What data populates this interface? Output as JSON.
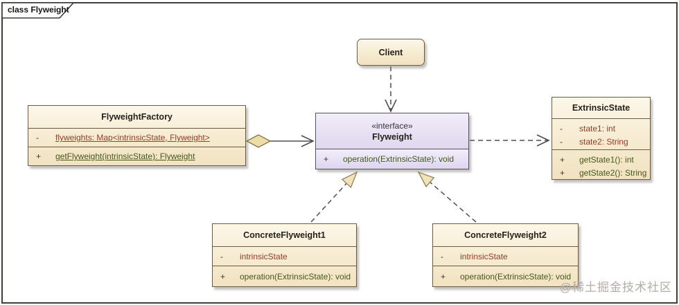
{
  "frame": {
    "tab_label": "class Flyweight"
  },
  "classes": {
    "client": {
      "title": "Client"
    },
    "flyweight_factory": {
      "title": "FlyweightFactory",
      "attributes": [
        {
          "visibility": "-",
          "text": "flyweights: Map<intrinsicState, Flyweight>",
          "static": true
        }
      ],
      "operations": [
        {
          "visibility": "+",
          "text": "getFlyweight(intrinsicState): Flyweight",
          "static": true
        }
      ]
    },
    "flyweight": {
      "stereotype": "«interface»",
      "title": "Flyweight",
      "operations": [
        {
          "visibility": "+",
          "text": "operation(ExtrinsicState): void"
        }
      ]
    },
    "extrinsic_state": {
      "title": "ExtrinsicState",
      "attributes": [
        {
          "visibility": "-",
          "text": "state1: int"
        },
        {
          "visibility": "-",
          "text": "state2: String"
        }
      ],
      "operations": [
        {
          "visibility": "+",
          "text": "getState1(): int"
        },
        {
          "visibility": "+",
          "text": "getState2(): String"
        }
      ]
    },
    "concrete_flyweight1": {
      "title": "ConcreteFlyweight1",
      "attributes": [
        {
          "visibility": "-",
          "text": "intrinsicState"
        }
      ],
      "operations": [
        {
          "visibility": "+",
          "text": "operation(ExtrinsicState): void"
        }
      ]
    },
    "concrete_flyweight2": {
      "title": "ConcreteFlyweight2",
      "attributes": [
        {
          "visibility": "-",
          "text": "intrinsicState"
        }
      ],
      "operations": [
        {
          "visibility": "+",
          "text": "operation(ExtrinsicState): void"
        }
      ]
    }
  },
  "relationships": [
    {
      "type": "dependency",
      "from": "Client",
      "to": "Flyweight"
    },
    {
      "type": "aggregation",
      "from": "FlyweightFactory",
      "to": "Flyweight"
    },
    {
      "type": "dependency",
      "from": "Flyweight",
      "to": "ExtrinsicState"
    },
    {
      "type": "realization",
      "from": "ConcreteFlyweight1",
      "to": "Flyweight"
    },
    {
      "type": "realization",
      "from": "ConcreteFlyweight2",
      "to": "Flyweight"
    }
  ],
  "watermark": "@稀土掘金技术社区",
  "colors": {
    "class_fill": "#f6ebd0",
    "class_border": "#6a5a43",
    "interface_fill": "#ded5ef",
    "interface_border": "#55505e",
    "attribute_text": "#953a26",
    "operation_text": "#44581c",
    "line": "#4d4d4d",
    "diamond_fill": "#ecdca6",
    "triangle_fill": "#f0e3bc",
    "watermark_text": "#b3aca6"
  }
}
